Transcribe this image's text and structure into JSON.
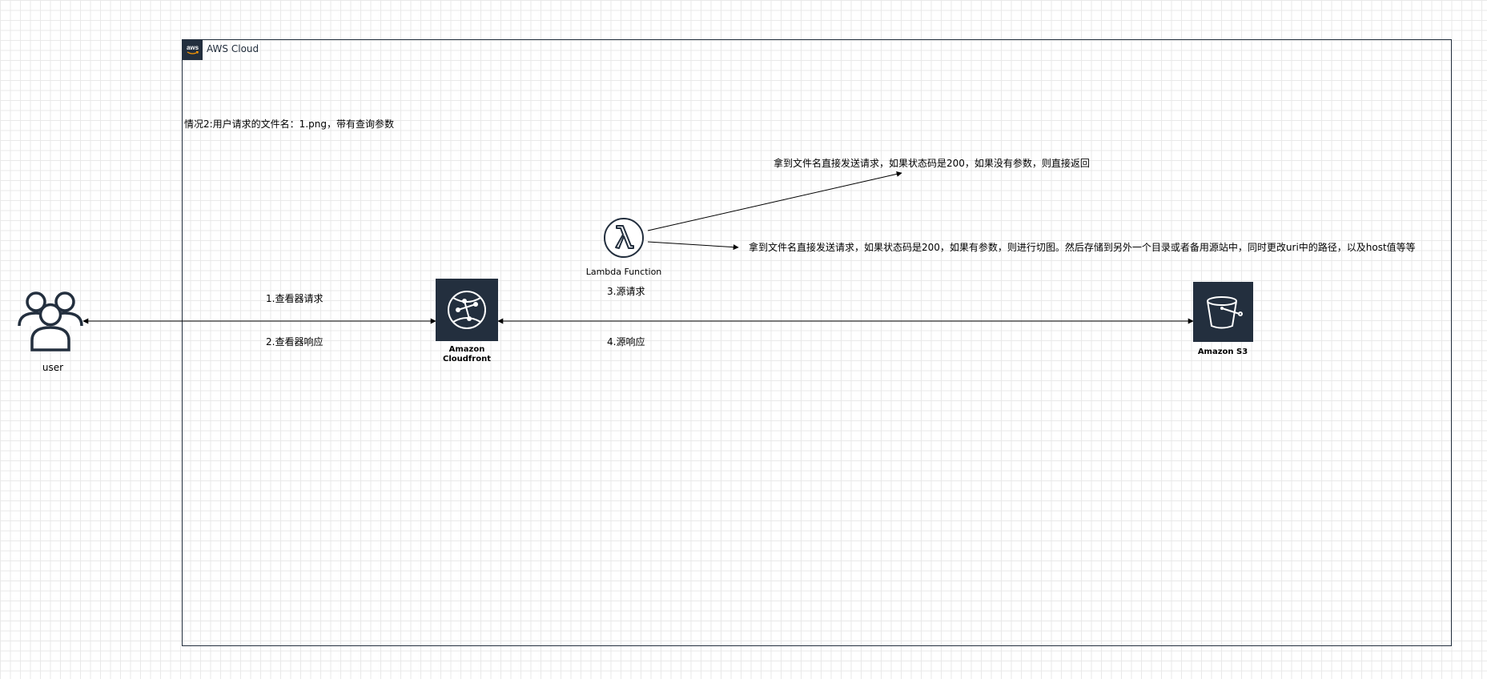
{
  "group": {
    "title": "AWS Cloud",
    "badge_text": "aws"
  },
  "scenario_title": "情况2:用户请求的文件名：1.png，带有查询参数",
  "nodes": {
    "user": {
      "label": "user"
    },
    "lambda": {
      "label": "Lambda Function"
    },
    "cloudfront": {
      "label_line1": "Amazon",
      "label_line2": "Cloudfront"
    },
    "s3": {
      "label": "Amazon S3"
    }
  },
  "edges": {
    "viewer_request": "1.查看器请求",
    "viewer_response": "2.查看器响应",
    "origin_request": "3.源请求",
    "origin_response": "4.源响应",
    "lambda_no_params": "拿到文件名直接发送请求，如果状态码是200，如果没有参数，则直接返回",
    "lambda_with_params": "拿到文件名直接发送请求，如果状态码是200，如果有参数，则进行切图。然后存储到另外一个目录或者备用源站中，同时更改uri中的路径，以及host值等等"
  },
  "colors": {
    "aws_dark": "#232f3e",
    "line": "#000000",
    "icon_stroke": "#ffffff"
  }
}
